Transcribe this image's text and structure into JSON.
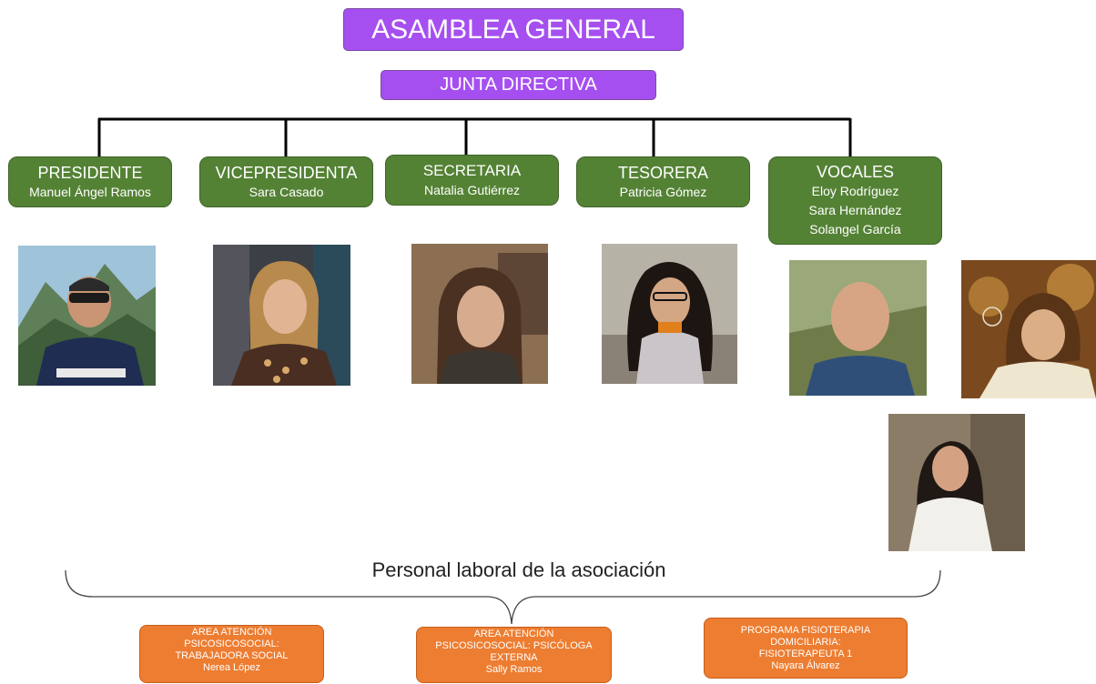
{
  "top": {
    "title": "ASAMBLEA GENERAL",
    "subtitle": "JUNTA DIRECTIVA"
  },
  "board": [
    {
      "role": "PRESIDENTE",
      "names": [
        "Manuel Ángel Ramos"
      ]
    },
    {
      "role": "VICEPRESIDENTA",
      "names": [
        "Sara Casado"
      ]
    },
    {
      "role": "SECRETARIA",
      "names": [
        "Natalia Gutiérrez"
      ]
    },
    {
      "role": "TESORERA",
      "names": [
        "Patricia Gómez"
      ]
    },
    {
      "role": "VOCALES",
      "names": [
        "Eloy Rodríguez",
        "Sara Hernández",
        "Solangel García"
      ]
    }
  ],
  "staff": {
    "heading": "Personal laboral de la asociación",
    "areas": [
      {
        "lines": [
          "AREA ATENCIÓN",
          "PSICOSICOSOCIAL:",
          "TRABAJADORA SOCIAL",
          "Nerea López"
        ]
      },
      {
        "lines": [
          "AREA ATENCIÓN",
          "PSICOSICOSOCIAL: PSICÓLOGA",
          "EXTERNA",
          "Sally Ramos"
        ]
      },
      {
        "lines": [
          "PROGRAMA FISIOTERAPIA",
          "DOMICILIARIA:",
          "FISIOTERAPEUTA 1",
          "Nayara Álvarez"
        ]
      }
    ]
  },
  "colors": {
    "purple": "#a64ff0",
    "green": "#548235",
    "orange": "#ed7d31",
    "line": "#000000"
  }
}
